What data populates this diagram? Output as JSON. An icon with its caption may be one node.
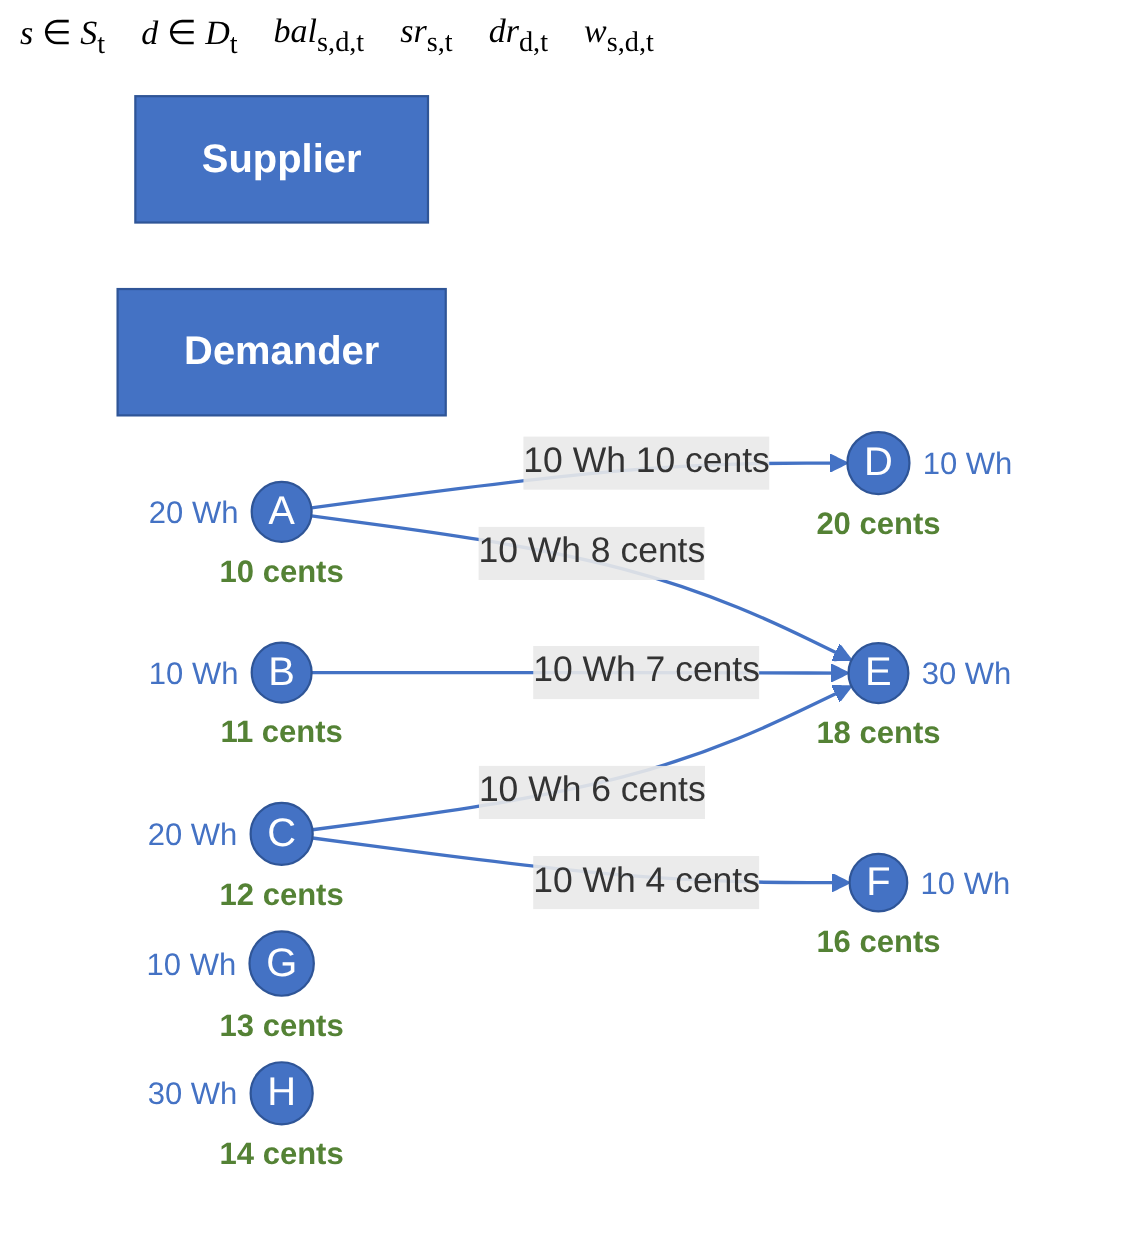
{
  "diagram": {
    "nodes": [
      {
        "text": [
          "Supplier"
        ]
      },
      {
        "text": [
          "Demander"
        ]
      },
      {
        "text": [
          "A"
        ],
        "beside": [
          "20 Wh",
          "10 cents"
        ]
      },
      {
        "text": [
          "D"
        ],
        "beside": [
          "10 Wh",
          "20 cents"
        ]
      },
      {
        "text": [
          "B"
        ],
        "beside": [
          "10 Wh",
          "11 cents"
        ]
      },
      {
        "text": [
          "E"
        ],
        "beside": [
          "30 Wh",
          "18 cents"
        ]
      },
      {
        "text": [
          "C"
        ],
        "beside": [
          "20 Wh",
          "12 cents"
        ]
      },
      {
        "text": [
          "F"
        ],
        "beside": [
          "10 Wh",
          "16 cents"
        ]
      },
      {
        "text": [
          "G"
        ],
        "beside": [
          "10 Wh",
          "13 cents"
        ]
      },
      {
        "text": [
          "H"
        ],
        "beside": [
          "30 Wh",
          "14 cents"
        ]
      }
    ],
    "edges": [
      {
        "from": 2,
        "to": 3,
        "arrow": "to",
        "label": "10 Wh 10 cents"
      },
      {
        "from": 2,
        "to": 5,
        "arrow": "to",
        "label": "10 Wh 8 cents"
      },
      {
        "from": 4,
        "to": 5,
        "arrow": "to",
        "label": "10 Wh 7 cents"
      },
      {
        "from": 6,
        "to": 5,
        "arrow": "to",
        "label": "10 Wh 6 cents"
      },
      {
        "from": 6,
        "to": 7,
        "arrow": "to",
        "label": "10 Wh 4 cents"
      }
    ],
    "labels": [
      "*s* ∈ *S*$_{t}$",
      "*d* ∈ *D*$_{t}$",
      "*bal*$_{s,d,t}$",
      "*sr*$_{s,t}$",
      "*dr*$_{d,t}$",
      "*w*$_{s,d,t}$"
    ]
  }
}
